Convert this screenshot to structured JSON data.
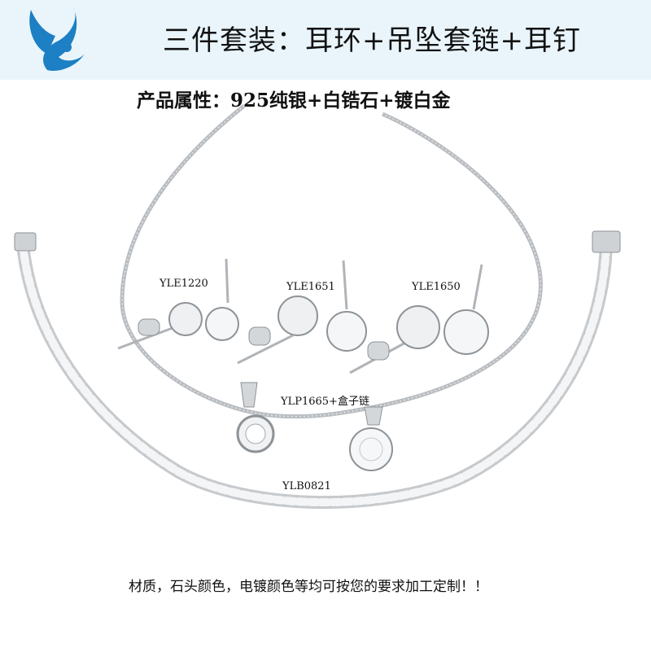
{
  "header": {
    "title": "三件套装：耳环+吊坠套链+耳钉",
    "logo_name": "brand-logo"
  },
  "attributes": "产品属性：925纯银+白锆石+镀白金",
  "labels": {
    "earring_1": "YLE1220",
    "earring_2": "YLE1651",
    "earring_3": "YLE1650",
    "pendant": "YLP1665+盒子链",
    "bracelet": "YLB0821"
  },
  "footer": "材质，石头颜色，电镀颜色等均可按您的要求加工定制！！",
  "colors": {
    "header_bg": "#e9f5fb",
    "logo_blue": "#1d7fc4",
    "silver": "#b9bdc1"
  }
}
